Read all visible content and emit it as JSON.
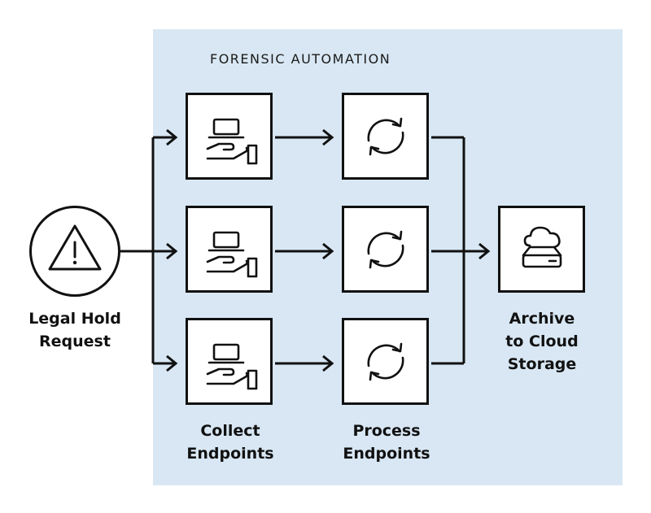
{
  "panel": {
    "title": "FORENSIC AUTOMATION"
  },
  "nodes": {
    "request": {
      "line1": "Legal Hold",
      "line2": "Request",
      "icon": "warning-triangle-icon"
    },
    "collect": {
      "line1": "Collect",
      "line2": "Endpoints",
      "icon": "laptop-hand-icon"
    },
    "process": {
      "line1": "Process",
      "line2": "Endpoints",
      "icon": "sync-arrows-icon"
    },
    "archive": {
      "line1": "Archive",
      "line2": "to Cloud",
      "line3": "Storage",
      "icon": "cloud-storage-icon"
    }
  },
  "colors": {
    "panel": "#d8e7f3",
    "stroke": "#111111"
  }
}
